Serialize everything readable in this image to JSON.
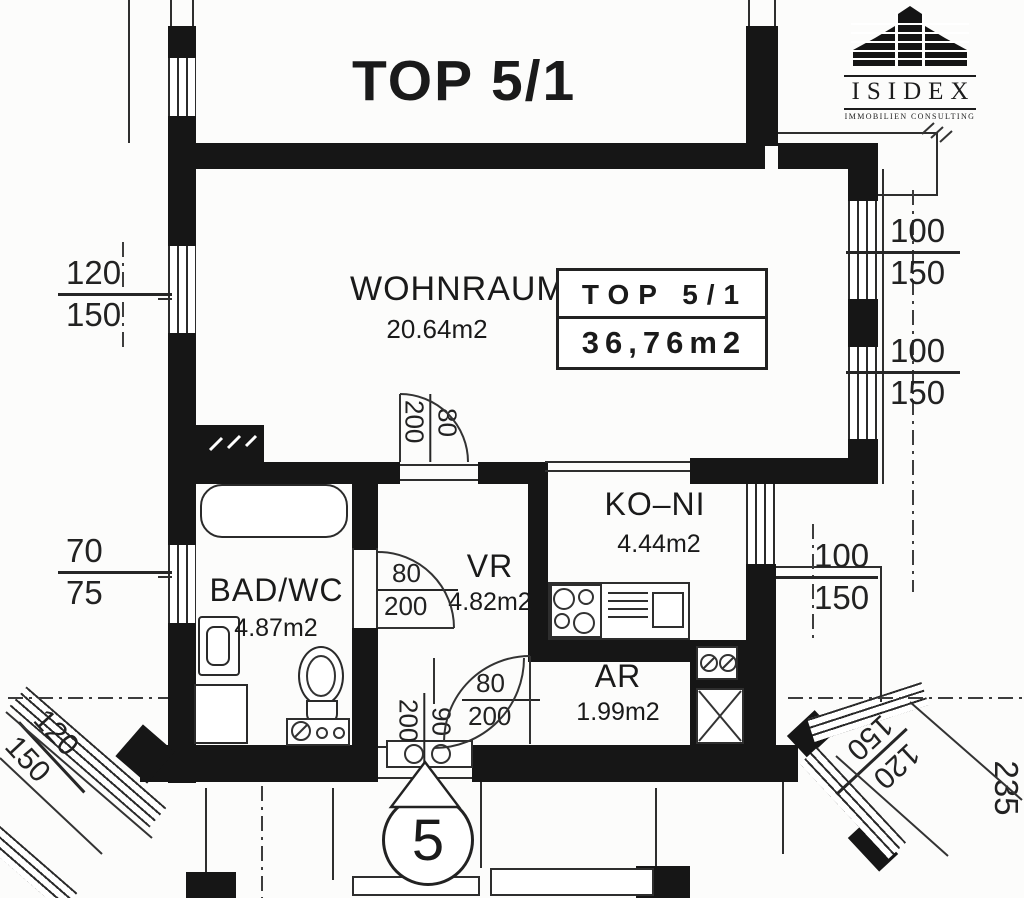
{
  "title": "TOP 5/1",
  "logo": {
    "name": "ISIDEX",
    "subtitle": "IMMOBILIEN CONSULTING"
  },
  "unit_box": {
    "top": "TOP 5/1",
    "area": "36,76m2"
  },
  "rooms": {
    "wohnraum": {
      "name": "WOHNRAUM",
      "area": "20.64m2"
    },
    "koni": {
      "name": "KO–NI",
      "area": "4.44m2"
    },
    "badwc": {
      "name": "BAD/WC",
      "area": "4.87m2"
    },
    "vr": {
      "name": "VR",
      "area": "4.82m2"
    },
    "ar": {
      "name": "AR",
      "area": "1.99m2"
    }
  },
  "dimensions": {
    "left_window": {
      "num": "120",
      "den": "150"
    },
    "left_bath_window": {
      "num": "70",
      "den": "75"
    },
    "right_window_top": {
      "num": "100",
      "den": "150"
    },
    "right_window_mid": {
      "num": "100",
      "den": "150"
    },
    "right_window_low": {
      "num": "100",
      "den": "150"
    },
    "bay_left": {
      "num": "120",
      "den": "150"
    },
    "bay_right": {
      "num": "120",
      "den": "150"
    },
    "right_edge": "235"
  },
  "doors": {
    "wohnraum_vr": {
      "num": "80",
      "den": "200"
    },
    "bad_wc": {
      "num": "80",
      "den": "200"
    },
    "ar": {
      "num": "80",
      "den": "200"
    },
    "entrance": {
      "num": "90",
      "den": "200"
    }
  },
  "unit_marker": "5",
  "colors": {
    "wall": "#161616",
    "line": "#2e2e2e",
    "paper": "#fcfcfb"
  }
}
